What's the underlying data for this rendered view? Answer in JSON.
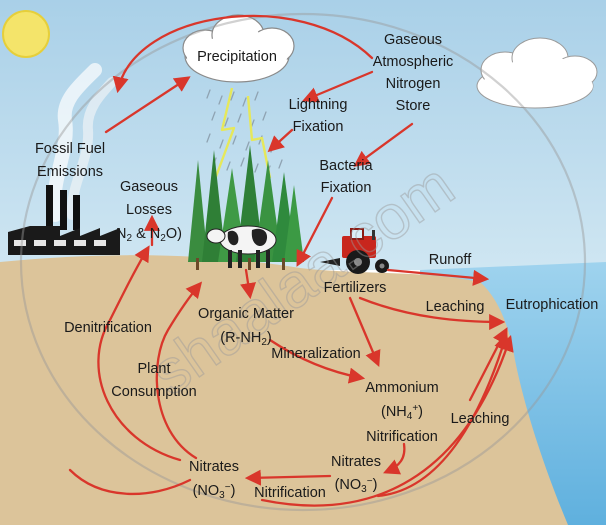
{
  "labels": {
    "precipitation": "Precipitation",
    "gaseous_store": [
      "Gaseous",
      "Atmospheric",
      "Nitrogen",
      "Store"
    ],
    "lightning": [
      "Lightning",
      "Fixation"
    ],
    "fossil": [
      "Fossil Fuel",
      "Emissions"
    ],
    "gaseous_losses": [
      "Gaseous",
      "Losses"
    ],
    "losses_formula": {
      "a": "N",
      "a_sub": "2",
      "mid": " & N",
      "b_sub": "2",
      "tail": "O)"
    },
    "bacteria": [
      "Bacteria",
      "Fixation"
    ],
    "runoff": "Runoff",
    "fertilizers": "Fertilizers",
    "leaching_top": "Leaching",
    "eutrophication": "Eutrophication",
    "denitrification": "Denitrification",
    "organic_matter": "Organic Matter",
    "organic_formula": {
      "pre": "(R-NH",
      "sub": "2",
      "post": ")"
    },
    "mineralization": "Mineralization",
    "plant_consumption": [
      "Plant",
      "Consumption"
    ],
    "ammonium": "Ammonium",
    "ammonium_formula": {
      "pre": "(NH",
      "sub": "4",
      "sup": "+",
      "post": ")"
    },
    "nitrification_right": "Nitrification",
    "leaching_right": "Leaching",
    "nitrates_right": "Nitrates",
    "nitrates_right_formula": {
      "pre": "(NO",
      "sub": "3",
      "sup": "−",
      "post": ")"
    },
    "nitrates_left": "Nitrates",
    "nitrates_left_formula": {
      "pre": "(NO",
      "sub": "3",
      "sup": "−",
      "post": ")"
    },
    "nitrification_bottom": "Nitrification"
  },
  "watermark": "shaalaa.com",
  "colors": {
    "sky": "#b9d9ec",
    "soil": "#dcc49a",
    "water": "#7ec3e6",
    "arrow": "#d9362b",
    "trees": "#2f8a3d",
    "tractor": "#c8261d",
    "sun": "#f4e46a"
  }
}
